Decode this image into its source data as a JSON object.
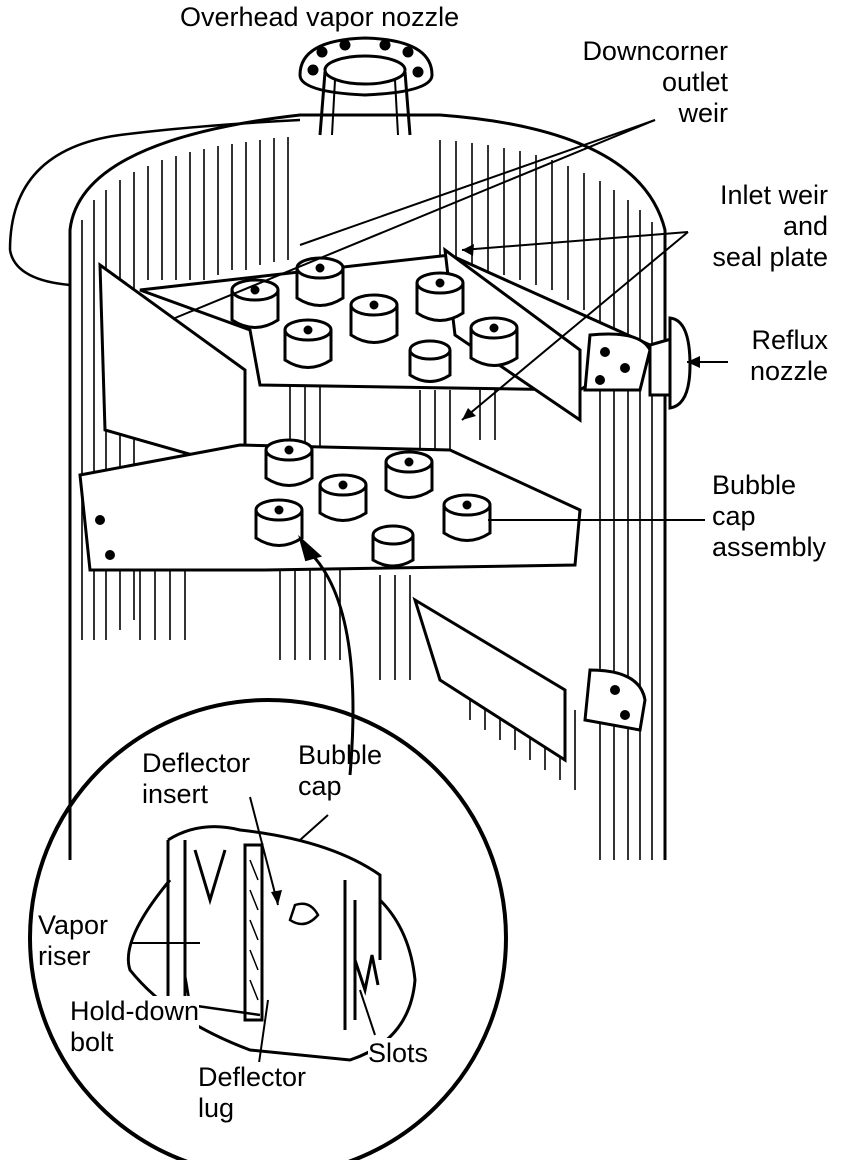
{
  "labels": {
    "overhead_vapor_nozzle": "Overhead vapor nozzle",
    "downcorner_outlet_weir": [
      "Downcorner",
      "outlet",
      "weir"
    ],
    "inlet_weir_seal_plate": [
      "Inlet weir",
      "and",
      "seal plate"
    ],
    "reflux_nozzle": [
      "Reflux",
      "nozzle"
    ],
    "bubble_cap_assembly": [
      "Bubble",
      "cap",
      "assembly"
    ],
    "deflector_insert": [
      "Deflector",
      "insert"
    ],
    "bubble_cap": [
      "Bubble",
      "cap"
    ],
    "vapor_riser": [
      "Vapor",
      "riser"
    ],
    "hold_down_bolt": [
      "Hold-down",
      "bolt"
    ],
    "deflector_lug": [
      "Deflector",
      "lug"
    ],
    "slots": "Slots"
  }
}
